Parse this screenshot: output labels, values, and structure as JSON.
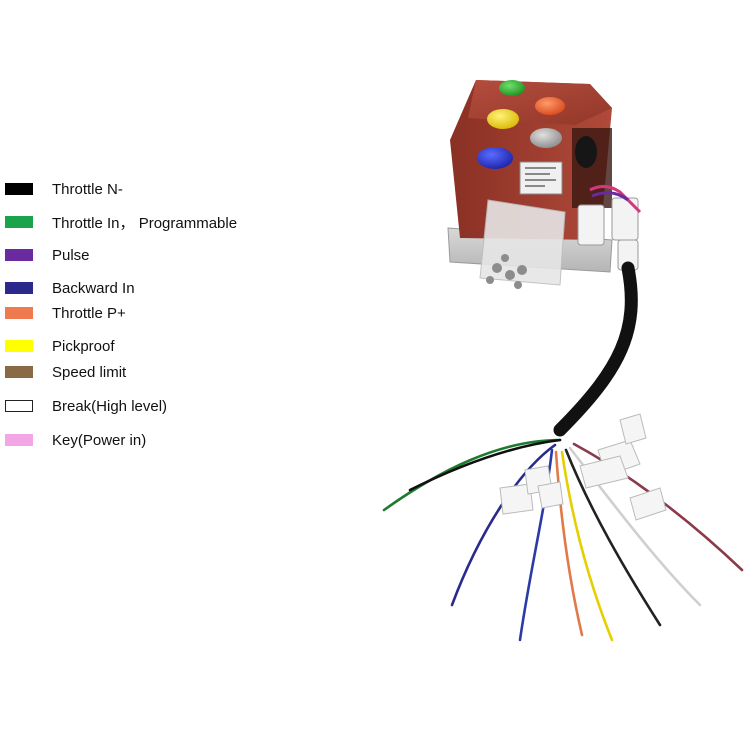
{
  "legend": {
    "items": [
      {
        "label": "Throttle N-",
        "color": "#000000"
      },
      {
        "label": "Throttle In，  Programmable",
        "color": "#1aa34a"
      },
      {
        "label": "Pulse",
        "color": "#6a2aa0"
      },
      {
        "label": "Backward In",
        "color": "#2a2a8c"
      },
      {
        "label": "Throttle P+",
        "color": "#f07a50"
      },
      {
        "label": "Pickproof",
        "color": "#ffff00"
      },
      {
        "label": "Speed limit",
        "color": "#8a6a45"
      },
      {
        "label": "Break(High level)",
        "color": "#ffffff"
      },
      {
        "label": "Key(Power in)",
        "color": "#f2a6e6"
      }
    ]
  },
  "photo": {
    "subject": "motor controller with wiring harness"
  },
  "colors": {
    "controller_body": "#a94535",
    "background": "#ffffff"
  }
}
